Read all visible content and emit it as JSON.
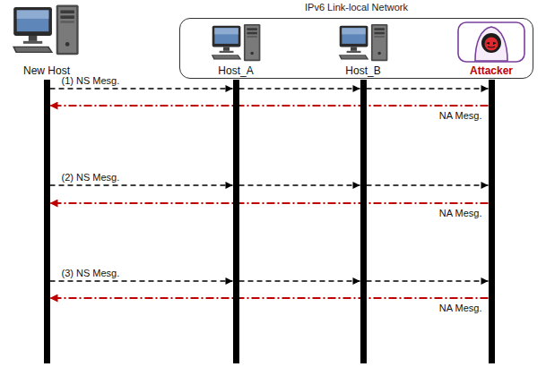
{
  "diagram": {
    "nodes": [
      {
        "text": [
          "New Host"
        ]
      },
      {
        "text": [
          "IPv6 Link-local Network"
        ]
      },
      {
        "text": [
          "Host_A"
        ],
        "in": 1
      },
      {
        "text": [
          "Host_B"
        ],
        "in": 1
      },
      {
        "text": [
          "Attacker"
        ],
        "in": 1
      }
    ],
    "edges": [
      {
        "from": 0,
        "to": 2,
        "arrow": "to",
        "label": "(1) NS Mesg."
      },
      {
        "from": 2,
        "to": 3,
        "arrow": "to"
      },
      {
        "from": 3,
        "to": 4,
        "arrow": "to"
      },
      {
        "from": 4,
        "to": 0,
        "arrow": "to",
        "label": "NA Mesg."
      },
      {
        "from": 0,
        "to": 2,
        "arrow": "to",
        "label": "(2) NS Mesg."
      },
      {
        "from": 2,
        "to": 3,
        "arrow": "to"
      },
      {
        "from": 3,
        "to": 4,
        "arrow": "to"
      },
      {
        "from": 4,
        "to": 0,
        "arrow": "to",
        "label": "NA Mesg."
      },
      {
        "from": 0,
        "to": 2,
        "arrow": "to",
        "label": "(3) NS Mesg."
      },
      {
        "from": 2,
        "to": 3,
        "arrow": "to"
      },
      {
        "from": 3,
        "to": 4,
        "arrow": "to"
      },
      {
        "from": 4,
        "to": 0,
        "arrow": "to",
        "label": "NA Mesg."
      }
    ]
  }
}
